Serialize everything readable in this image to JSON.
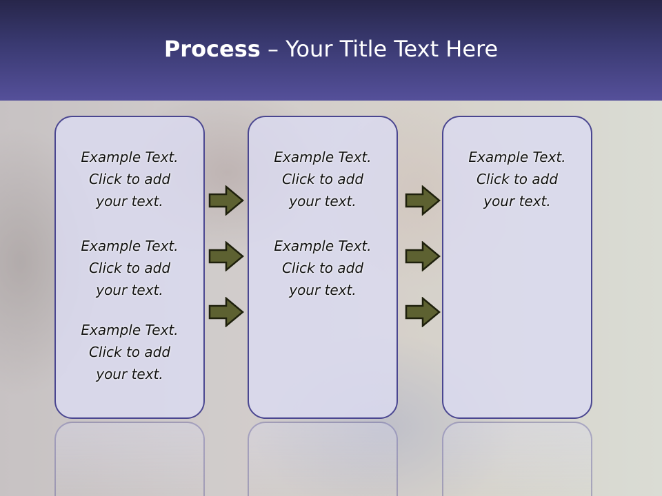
{
  "slide": {
    "title_bold": "Process",
    "title_rest": " – Your Title Text Here"
  },
  "columns": [
    {
      "items": [
        [
          "Example Text.",
          "Click  to add",
          "your text."
        ],
        [
          "Example Text.",
          "Click  to add",
          "your text."
        ],
        [
          "Example Text.",
          "Click  to add",
          "your text."
        ]
      ]
    },
    {
      "items": [
        [
          "Example Text.",
          "Click  to add",
          "your text."
        ],
        [
          "Example Text.",
          "Click  to add",
          "your text."
        ]
      ]
    },
    {
      "items": [
        [
          "Example Text.",
          "Click  to add",
          "your text."
        ]
      ]
    }
  ],
  "colors": {
    "header_dark": "#27264a",
    "header_light": "#55509a",
    "panel_border": "#4a4690",
    "panel_fill": "#dadaf0",
    "arrow_fill": "#5d6131",
    "arrow_stroke": "#1e200c"
  },
  "icons": {
    "arrow": "right-arrow-icon"
  }
}
